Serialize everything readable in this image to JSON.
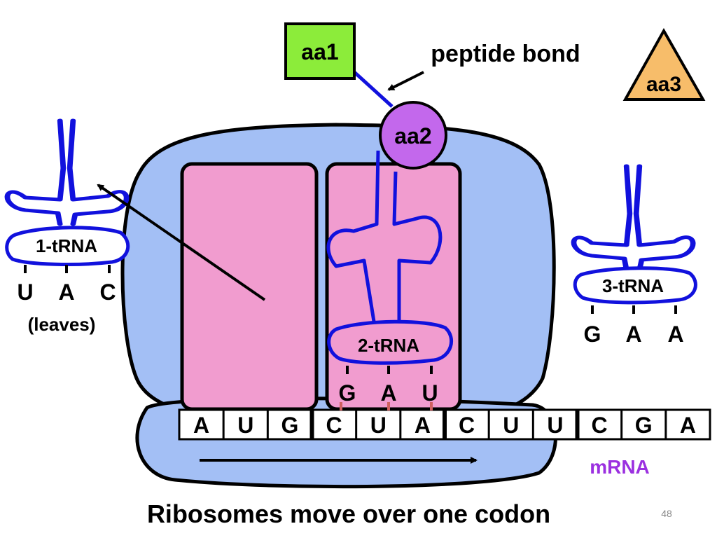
{
  "amino_acids": {
    "aa1": "aa1",
    "aa2": "aa2",
    "aa3": "aa3"
  },
  "peptide_bond_label": "peptide bond",
  "trna": {
    "t1": {
      "label": "1-tRNA",
      "anticodon": [
        "U",
        "A",
        "C"
      ],
      "note": "(leaves)"
    },
    "t2": {
      "label": "2-tRNA",
      "anticodon": [
        "G",
        "A",
        "U"
      ]
    },
    "t3": {
      "label": "3-tRNA",
      "anticodon": [
        "G",
        "A",
        "A"
      ]
    }
  },
  "mrna": {
    "label": "mRNA",
    "bases": [
      "A",
      "U",
      "G",
      "C",
      "U",
      "A",
      "C",
      "U",
      "U",
      "C",
      "G",
      "A"
    ]
  },
  "caption": "Ribosomes move over one codon",
  "slide_number": "48",
  "colors": {
    "ribosome": "#a3bff5",
    "site": "#f19ccf",
    "aa1_fill": "#8cec3a",
    "aa2_fill": "#c368ec",
    "aa3_fill": "#f7bd6a",
    "trna_stroke": "#1111dd",
    "mrna_label": "#9b30e0",
    "base_pair_tick": "#d06060"
  }
}
